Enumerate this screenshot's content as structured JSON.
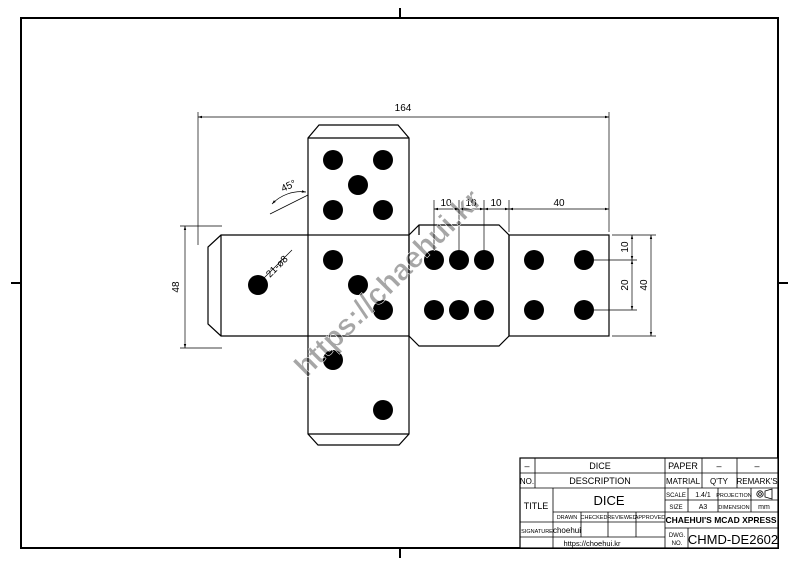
{
  "dimensions": {
    "overall_width": "164",
    "height_left": "48",
    "angle": "45°",
    "dot_diameter": "21-ø8",
    "pitch_a": "10",
    "pitch_b": "10",
    "pitch_c": "10",
    "span_top": "40",
    "right_a": "10",
    "right_b": "20",
    "right_c": "40"
  },
  "watermark": "https://chaehui.kr",
  "title_block": {
    "dash1": "–",
    "part_name": "DICE",
    "paper_label": "PAPER",
    "dash2": "–",
    "dash3": "–",
    "no_label": "NO.",
    "description_label": "DESCRIPTION",
    "material_label": "MATRIAL",
    "qty_label": "Q'TY",
    "remarks_label": "REMARK'S",
    "title_label": "TITLE",
    "title_value": "DICE",
    "scale_label": "SCALE",
    "scale_value": "1.4/1",
    "projection_label": "PROJECTION",
    "size_label": "SIZE",
    "size_value": "A3",
    "dimension_label": "DIMENSION",
    "dimension_value": "mm",
    "drawn_label": "DRAWN",
    "checked_label": "CHECKED",
    "reviewed_label": "REVIEWED",
    "approved_label": "APPROVED",
    "company": "CHAEHUI'S MCAD XPRESS",
    "signature_label": "SIGNATURE",
    "signature_value": "choehui",
    "website": "https://choehui.kr",
    "dwg_label_1": "DWG.",
    "dwg_label_2": "NO.",
    "dwg_no": "CHMD-DE2602"
  }
}
